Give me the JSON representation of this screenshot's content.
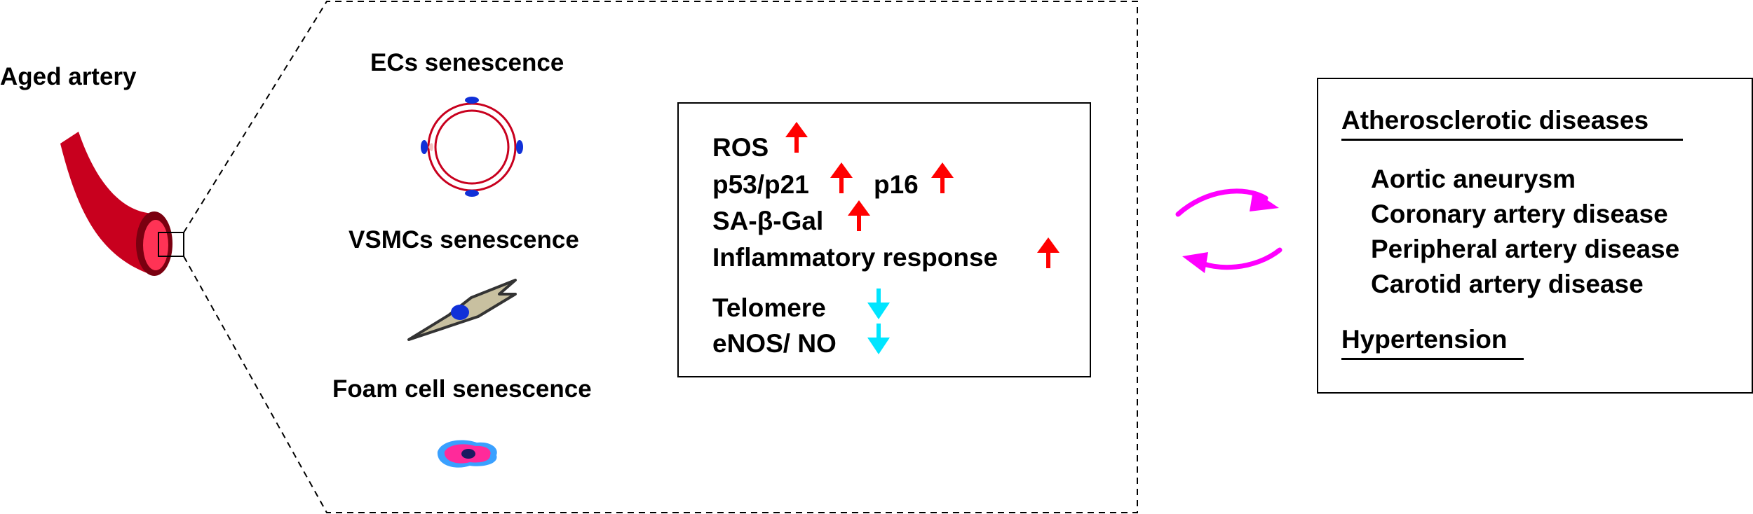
{
  "artery": {
    "label": "Aged artery"
  },
  "cells": {
    "ecs": "ECs senescence",
    "vsmcs": "VSMCs senescence",
    "foam": "Foam cell senescence"
  },
  "markers": {
    "ros": "ROS",
    "p53p21": "p53/p21",
    "p16": "p16",
    "sabgal": "SA-β-Gal",
    "inflammatory": "Inflammatory response",
    "telomere": "Telomere",
    "enos": "eNOS/ NO"
  },
  "diseases": {
    "heading": "Atherosclerotic diseases",
    "items": [
      "Aortic aneurysm",
      "Coronary artery disease",
      "Peripheral artery disease",
      "Carotid artery disease"
    ],
    "hypertension": "Hypertension"
  },
  "colors": {
    "artery": "#c8001e",
    "artery_dark": "#7a0010",
    "artery_lumen": "#ff3355",
    "up_arrow": "#ff0000",
    "down_arrow": "#00e5ff",
    "cycle_arrow": "#ff00ff",
    "nucleus": "#1030d8",
    "vsmc_body": "#c8c0a0",
    "foam_outer": "#3aa0ff",
    "foam_inner": "#ff2a9a"
  }
}
